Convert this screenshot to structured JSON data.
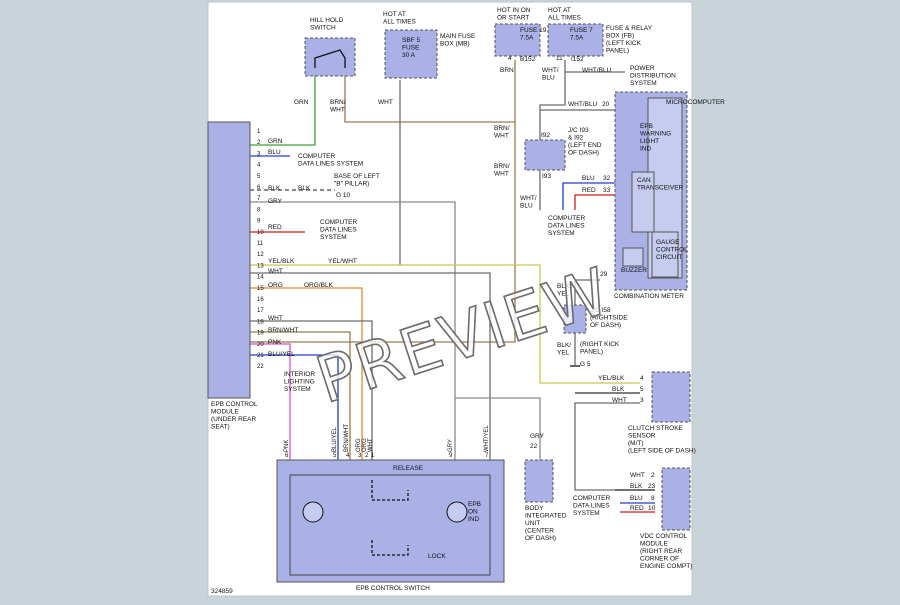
{
  "colors": {
    "page": "#c9d3da",
    "sheet": "#ffffff",
    "module": "#aab1e6",
    "grn": "#3aa23a",
    "blu": "#1e3fd0",
    "red": "#d01e1e",
    "yel": "#c9c84c",
    "org": "#e08a2a",
    "pnk": "#d850c8",
    "brn": "#9a7a4a",
    "wire": "#6c6c6c",
    "gry": "#8a8a8a"
  },
  "top": {
    "hill_hold": "HILL HOLD\nSWITCH",
    "hot_at_all_times_1": "HOT AT\nALL TIMES",
    "sbf5": "SBF 5\nFUSE\n30 A",
    "main_fuse": "MAIN FUSE\nBOX (MB)",
    "hot_in_on": "HOT IN ON\nOR START",
    "hot_at_all_times_2": "HOT AT\nALL TIMES",
    "fuse19": "FUSE 19\n7.5A",
    "fuse7": "FUSE 7\n7.5A",
    "fuse_relay_box": "FUSE & RELAY\nBOX (FB)\n(LEFT KICK\nPANEL)",
    "b152": "B152",
    "i152": "I152",
    "pin4": "4",
    "pin11": "11",
    "power_distribution": "POWER\nDISTRIBUTION\nSYSTEM",
    "hill_wire_grn": "GRN",
    "hill_wire_brnwht": "BRN/\nWHT",
    "wire_wht": "WHT",
    "wire_brn": "BRN",
    "wire_whtblu": "WHT/\nBLU",
    "wire_whtblu_h": "WHT/BLU"
  },
  "module_pins": {
    "pins": [
      "1",
      "2",
      "3",
      "4",
      "5",
      "6",
      "7",
      "8",
      "9",
      "10",
      "11",
      "12",
      "13",
      "14",
      "15",
      "16",
      "17",
      "18",
      "19",
      "20",
      "21",
      "22"
    ],
    "labels": {
      "p2": "GRN",
      "p3": "BLU",
      "p6a": "BLK",
      "p6b": "BLK",
      "p7": "GRY",
      "p9": "RED",
      "p12a": "YEL/BLK",
      "p12b": "YEL/WHT",
      "p13": "WHT",
      "p14a": "ORG",
      "p14b": "ORG/BLK",
      "p17": "WHT",
      "p18": "BRN/WHT",
      "p19": "PNK",
      "p20": "BLU/YEL"
    },
    "computer_data_1": "COMPUTER\nDATA LINES SYSTEM",
    "base_pillar": "BASE OF LEFT\n\"B\" PILLAR)",
    "g10": "G 10",
    "computer_data_2": "COMPUTER\nDATA LINES\nSYSTEM",
    "epb_module": "EPB CONTROL\nMODULE\n(UNDER REAR\nSEAT)"
  },
  "mid": {
    "brnwht_1": "BRN/\nWHT",
    "brnwht_2": "BRN/\nWHT",
    "j_c": "J/C I93\n& I92\n(LEFT END\nOF DASH)",
    "i92": "I92",
    "i93": "I93",
    "whtblu": "WHT/\nBLU",
    "computer_data_3": "COMPUTER\nDATA LINES\nSYSTEM",
    "blkyel_1": "BLK/\nYEL",
    "jc_i58": "J/C I58\n(RIGHTSIDE\nOF DASH)",
    "blkyel_2": "BLK/\nYEL",
    "right_kick": "(RIGHT KICK\nPANEL)",
    "g5": "G 5"
  },
  "meter": {
    "whtblu": "WHT/BLU",
    "pin20": "20",
    "epb_warning": "EPB\nWARNING\nLIGHT\nIND",
    "can_xcvr": "CAN\nTRANSCEIVER",
    "micro": "MICROCOMPUTER",
    "gauge_ctrl": "GAUGE\nCONTROL\nCIRCUIT",
    "buzzer": "BUZZER",
    "blu": "BLU",
    "red": "RED",
    "pin32": "32",
    "pin33": "33",
    "pin29": "29",
    "title": "COMBINATION METER"
  },
  "clutch": {
    "yelblk": "YEL/BLK",
    "blk": "BLK",
    "wht": "WHT",
    "pin4": "4",
    "pin5": "5",
    "pin3": "3",
    "title": "CLUTCH STROKE\nSENSOR\n(M/T)\n(LEFT SIDE OF DASH)"
  },
  "vdc": {
    "wht": "WHT",
    "blk": "BLK",
    "blu": "BLU",
    "red": "RED",
    "pin2": "2",
    "pin23": "23",
    "pin8": "8",
    "pin10": "10",
    "computer_data_4": "COMPUTER\nDATA LINES\nSYSTEM",
    "title": "VDC CONTROL\nMODULE\n(RIGHT REAR\nCORNER OF\nENGINE COMPT)"
  },
  "body_unit": {
    "pin": "22",
    "wire": "GRY",
    "title": "BODY\nINTEGRATED\nUNIT\n(CENTER\nOF DASH)"
  },
  "switch": {
    "interior_light": "INTERIOR\nLIGHTING\nSYSTEM",
    "release": "RELEASE",
    "lock": "LOCK",
    "epb_on": "EPB\nON\nIND",
    "title": "EPB CONTROL SWITCH",
    "w1": "PNK",
    "w2": "BLU/YEL",
    "w3": "BRN/WHT",
    "w4": "ORG",
    "w5": "ORG",
    "w6": "WHT",
    "w7": "GRY",
    "w8": "WHT/YEL",
    "p6": "6",
    "p5": "5",
    "p4": "4",
    "p3": "3",
    "p2": "2",
    "p1": "1",
    "p9": "9",
    "p7": "7"
  },
  "figure_id": "324859",
  "watermark": "PREVIEW"
}
